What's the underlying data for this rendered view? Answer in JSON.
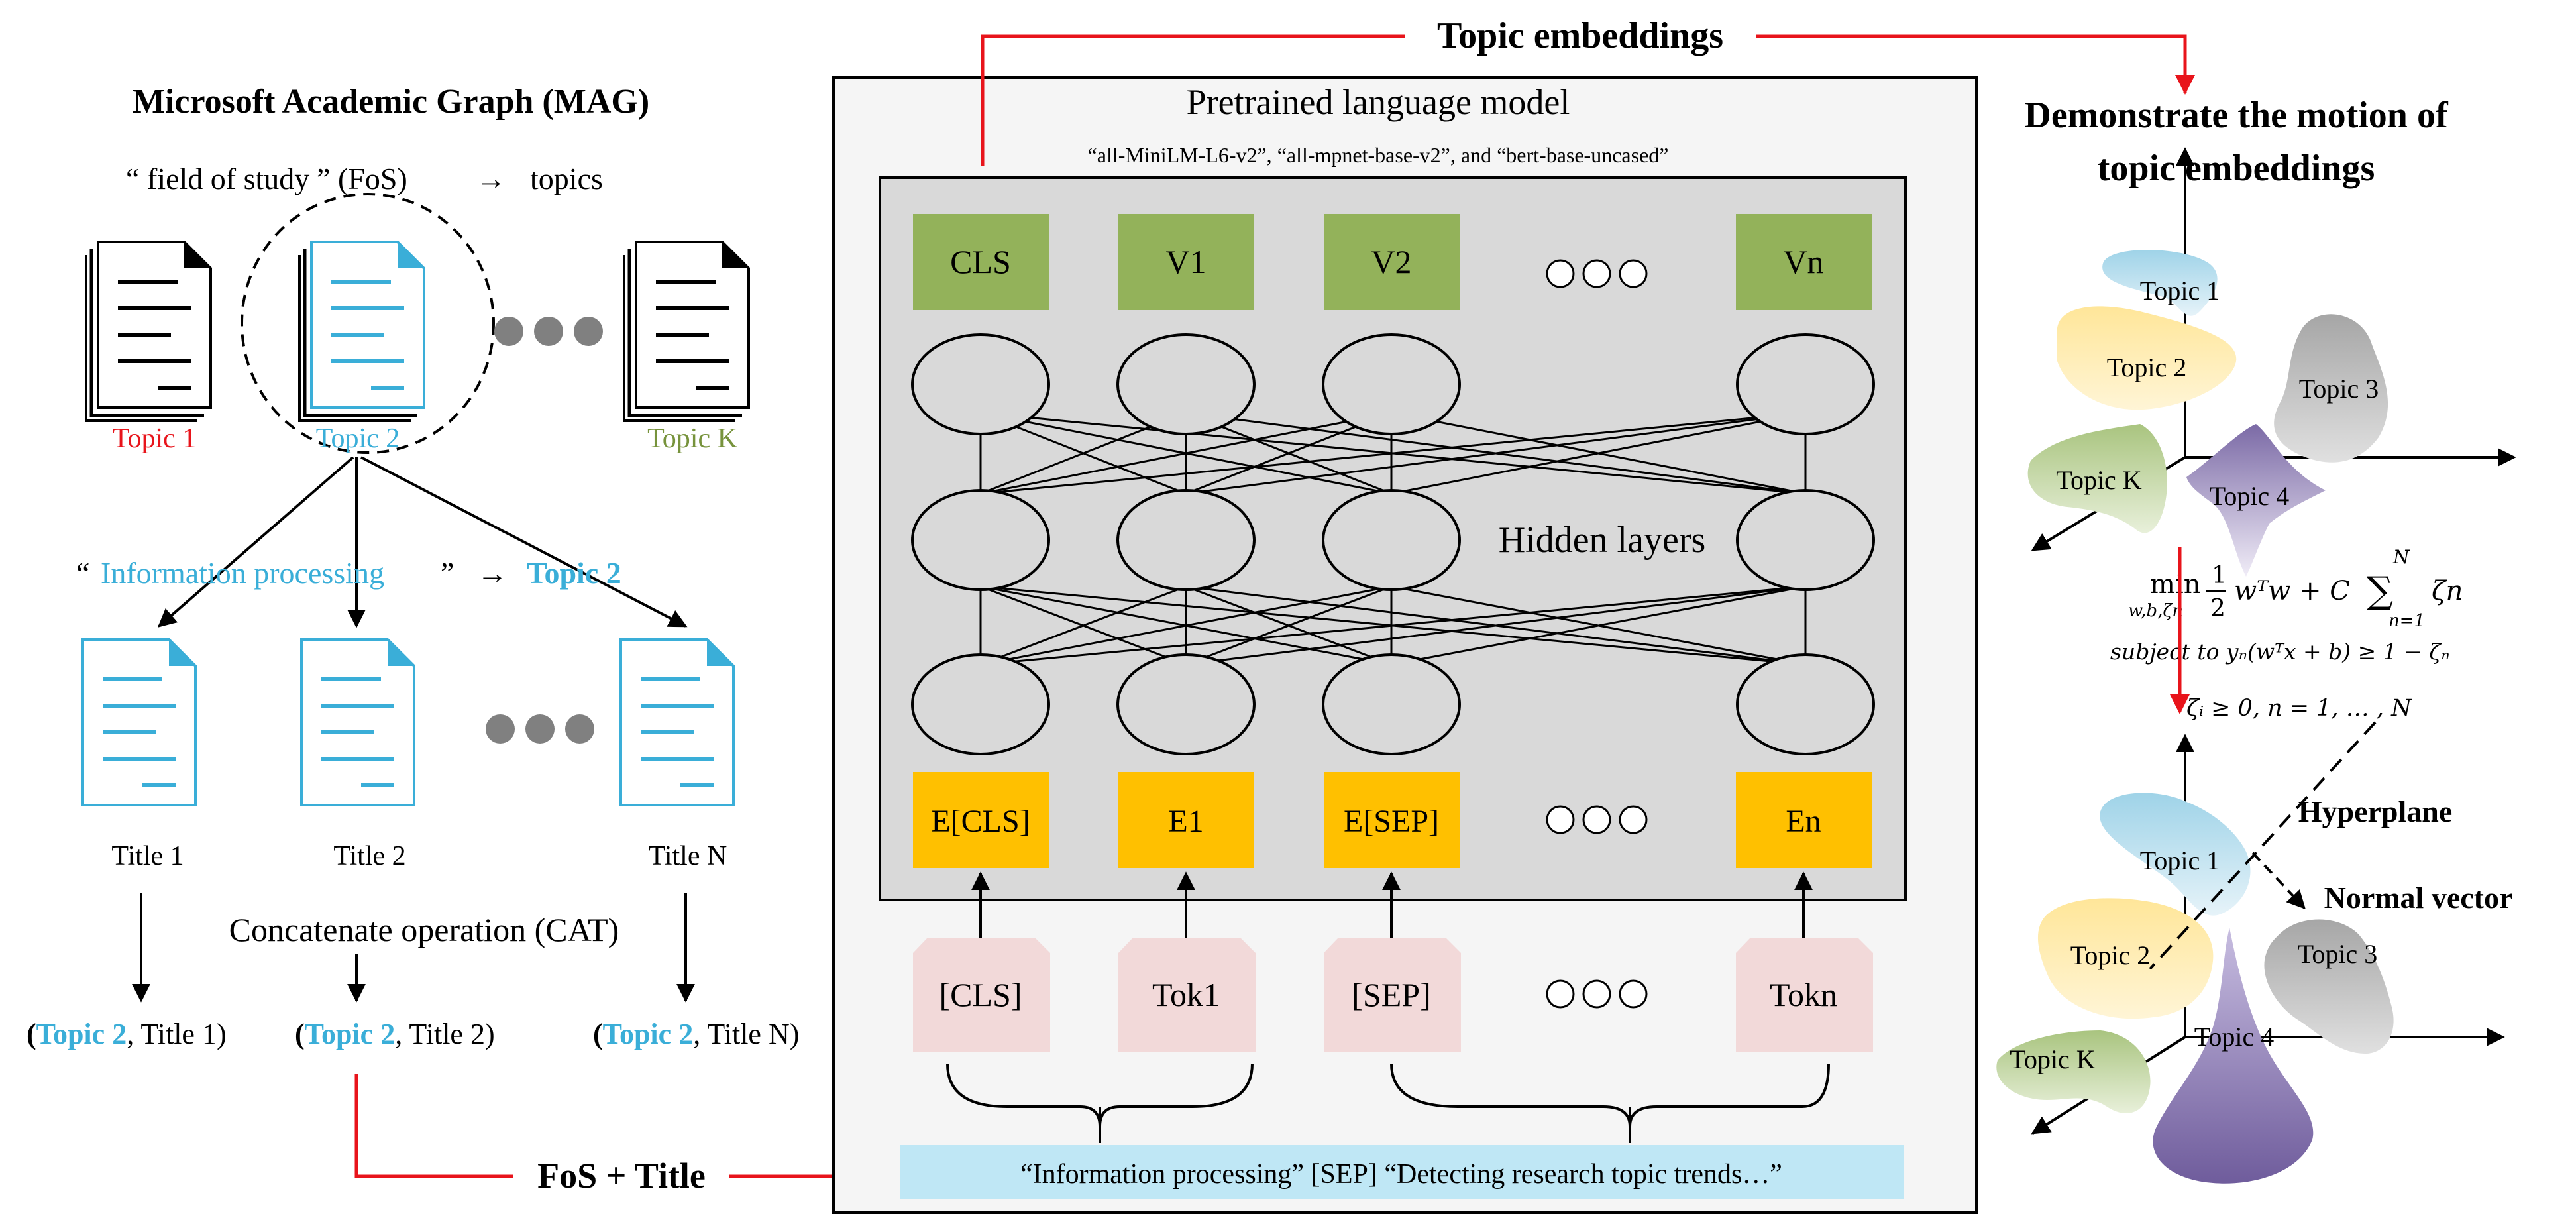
{
  "header": {
    "topic_embeddings": "Topic embeddings",
    "fos_title": "FoS + Title"
  },
  "mag": {
    "title": "Microsoft Academic Graph (MAG)",
    "fos_line": {
      "q_open": "“",
      "text": "field of study",
      "q_close": "”",
      "abbr": "(FoS)",
      "arrow": "→",
      "target": "topics"
    },
    "topics": [
      "Topic 1",
      "Topic 2",
      "Topic K"
    ],
    "info_line": {
      "q_open": "“",
      "text": "Information processing",
      "q_close": "”",
      "arrow": "→",
      "target": "Topic 2"
    },
    "titles": [
      "Title 1",
      "Title 2",
      "Title N"
    ],
    "concat": "Concatenate operation (CAT)",
    "pairs": [
      {
        "open": "(",
        "topic": "Topic 2",
        "rest": ", Title 1)"
      },
      {
        "open": "(",
        "topic": "Topic 2",
        "rest": ", Title 2)"
      },
      {
        "open": "(",
        "topic": "Topic 2",
        "rest": ", Title N)"
      }
    ]
  },
  "model": {
    "title": "Pretrained language model",
    "models_text": "“all-MiniLM-L6-v2”, “all-mpnet-base-v2”, and “bert-base-uncased”",
    "outputs": [
      "CLS",
      "V1",
      "V2",
      "Vn"
    ],
    "hidden_label": "Hidden layers",
    "embeddings": [
      "E[CLS]",
      "E1",
      "E[SEP]",
      "En"
    ],
    "tokens": [
      "[CLS]",
      "Tok1",
      "[SEP]",
      "Tokn"
    ],
    "input_text": "“Information processing”  [SEP] “Detecting research topic trends…”"
  },
  "right": {
    "title_line1": "Demonstrate the motion of",
    "title_line2": "topic embeddings",
    "top_topics": [
      "Topic 1",
      "Topic 2",
      "Topic 3",
      "Topic K",
      "Topic 4"
    ],
    "bottom_topics": [
      "Topic 1",
      "Topic 2",
      "Topic 3",
      "Topic K",
      "Topic 4"
    ],
    "hyperplane": "Hyperplane",
    "normal_vector": "Normal vector",
    "formula": {
      "min": "min",
      "min_sub": "w,b,ζn",
      "half": "1",
      "half_den": "2",
      "objective": "wᵀw + C",
      "sum": "∑",
      "sum_top": "N",
      "sum_bottom": "n=1",
      "zeta": "ζn",
      "constraint1": "subject to  yₙ(wᵀx + b) ≥ 1 − ζₙ",
      "constraint2": "ζᵢ ≥ 0, n = 1, … , N"
    }
  },
  "colors": {
    "red": "#e8141b",
    "blue": "#3aaed8",
    "olive": "#77933c",
    "green": "#93b25a",
    "orange": "#ffc000",
    "pink": "#f2d9d9",
    "light_blue": "#bfe7f5",
    "gray_panel": "#d9d9d9",
    "panel_bg": "#f5f5f5"
  }
}
